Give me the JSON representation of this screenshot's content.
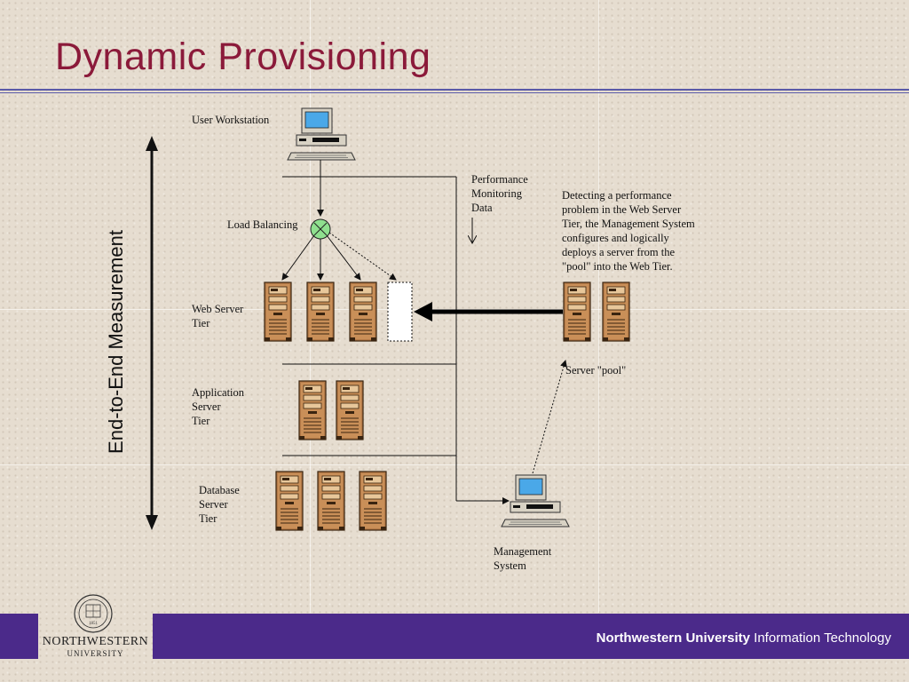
{
  "title": "Dynamic Provisioning",
  "labels": {
    "user_workstation": "User Workstation",
    "load_balancing": "Load Balancing",
    "web_server_tier": "Web Server\nTier",
    "application_server_tier": "Application\nServer\nTier",
    "database_server_tier": "Database\nServer\nTier",
    "performance_monitoring_data": "Performance\nMonitoring\nData",
    "description": "Detecting a performance\nproblem in the Web Server\nTier, the Management System\nconfigures and logically\ndeploys a server from the\n\"pool\" into the Web Tier.",
    "server_pool": "Server \"pool\"",
    "management_system": "Management\nSystem",
    "axis": "End-to-End Measurement"
  },
  "footer": {
    "university": "Northwestern University",
    "department": "Information Technology"
  },
  "logo": {
    "name": "NORTHWESTERN",
    "sub": "UNIVERSITY",
    "seal_text": "1851"
  },
  "colors": {
    "title": "#8b1a3a",
    "footer_bar": "#4b2a8a",
    "rule": "#5a5aa8",
    "load_balancer": "#8fe08f",
    "screen": "#4aa8e8",
    "server_body": "#b07a4a"
  }
}
